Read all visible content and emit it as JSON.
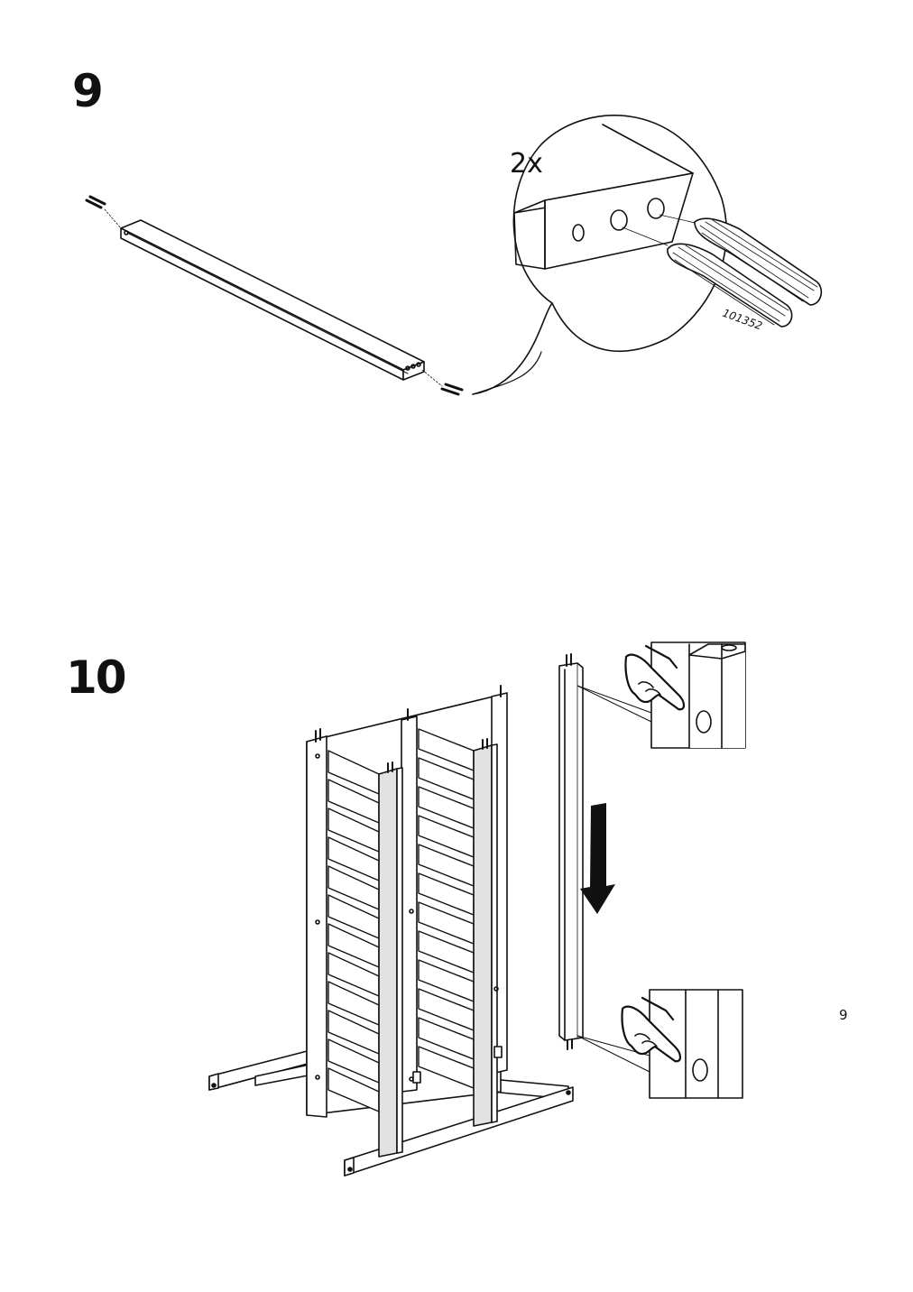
{
  "step9": {
    "number": "9",
    "quantity": "2x",
    "part_number": "101352"
  },
  "step10": {
    "number": "10"
  },
  "page_number": "9",
  "colors": {
    "line": "#111111",
    "background": "#ffffff",
    "shading": "#dddddd"
  },
  "icons": [
    "dowel-icon",
    "pointing-hand-icon",
    "down-arrow-icon"
  ]
}
